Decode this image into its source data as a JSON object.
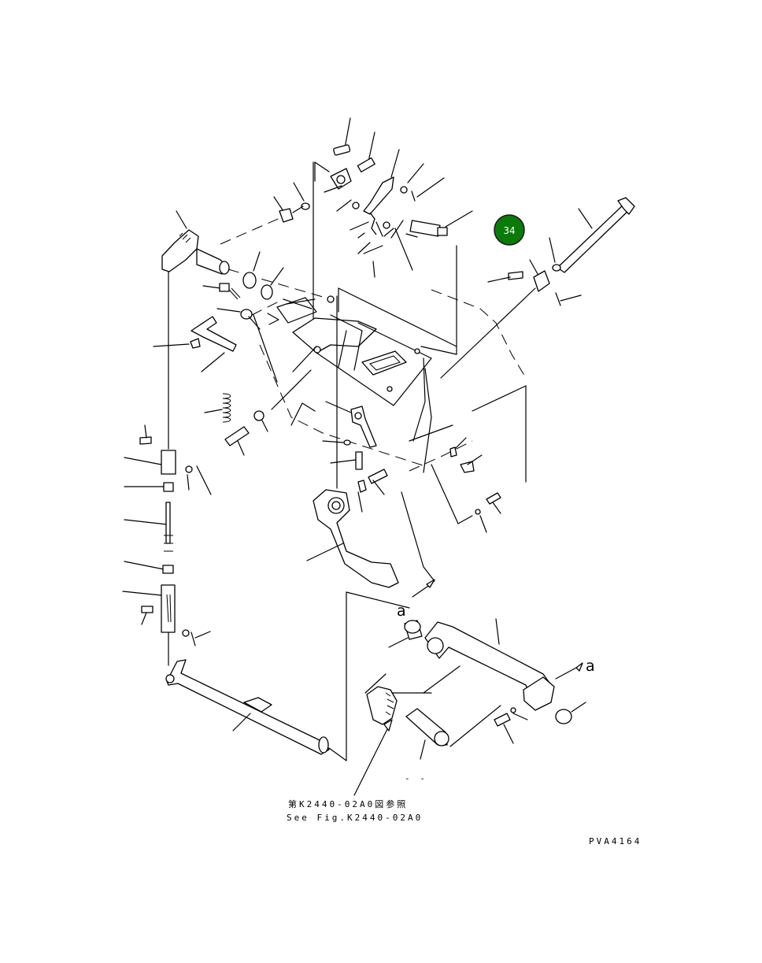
{
  "callout": {
    "number": "34",
    "color": "#0b7a0b"
  },
  "labels": {
    "view_a_top": "a",
    "view_a_arrow": "a",
    "see_fig_jp": "第K2440-02A0図参照",
    "see_fig_en": "See Fig.K2440-02A0",
    "drawing_no": "PVA4164",
    "marks": "- -"
  }
}
